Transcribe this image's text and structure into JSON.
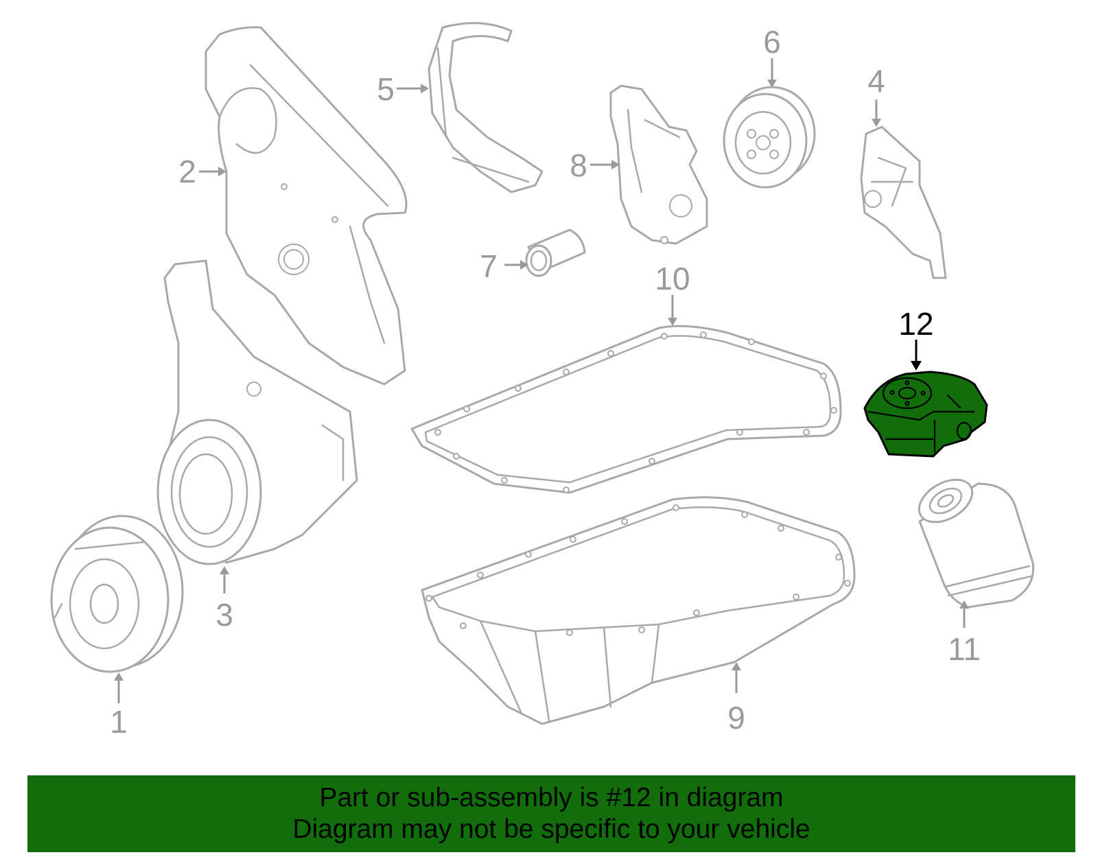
{
  "callouts": {
    "c1": "1",
    "c2": "2",
    "c3": "3",
    "c4": "4",
    "c5": "5",
    "c6": "6",
    "c7": "7",
    "c8": "8",
    "c9": "9",
    "c10": "10",
    "c11": "11",
    "c12": "12"
  },
  "highlighted_part": "12",
  "colors": {
    "highlight": "#116e0a",
    "line": "#a8a8a8",
    "banner": "#116e0a"
  },
  "banner": {
    "line1": "Part or sub-assembly is #12 in diagram",
    "line2": "Diagram may not be specific to your vehicle"
  }
}
